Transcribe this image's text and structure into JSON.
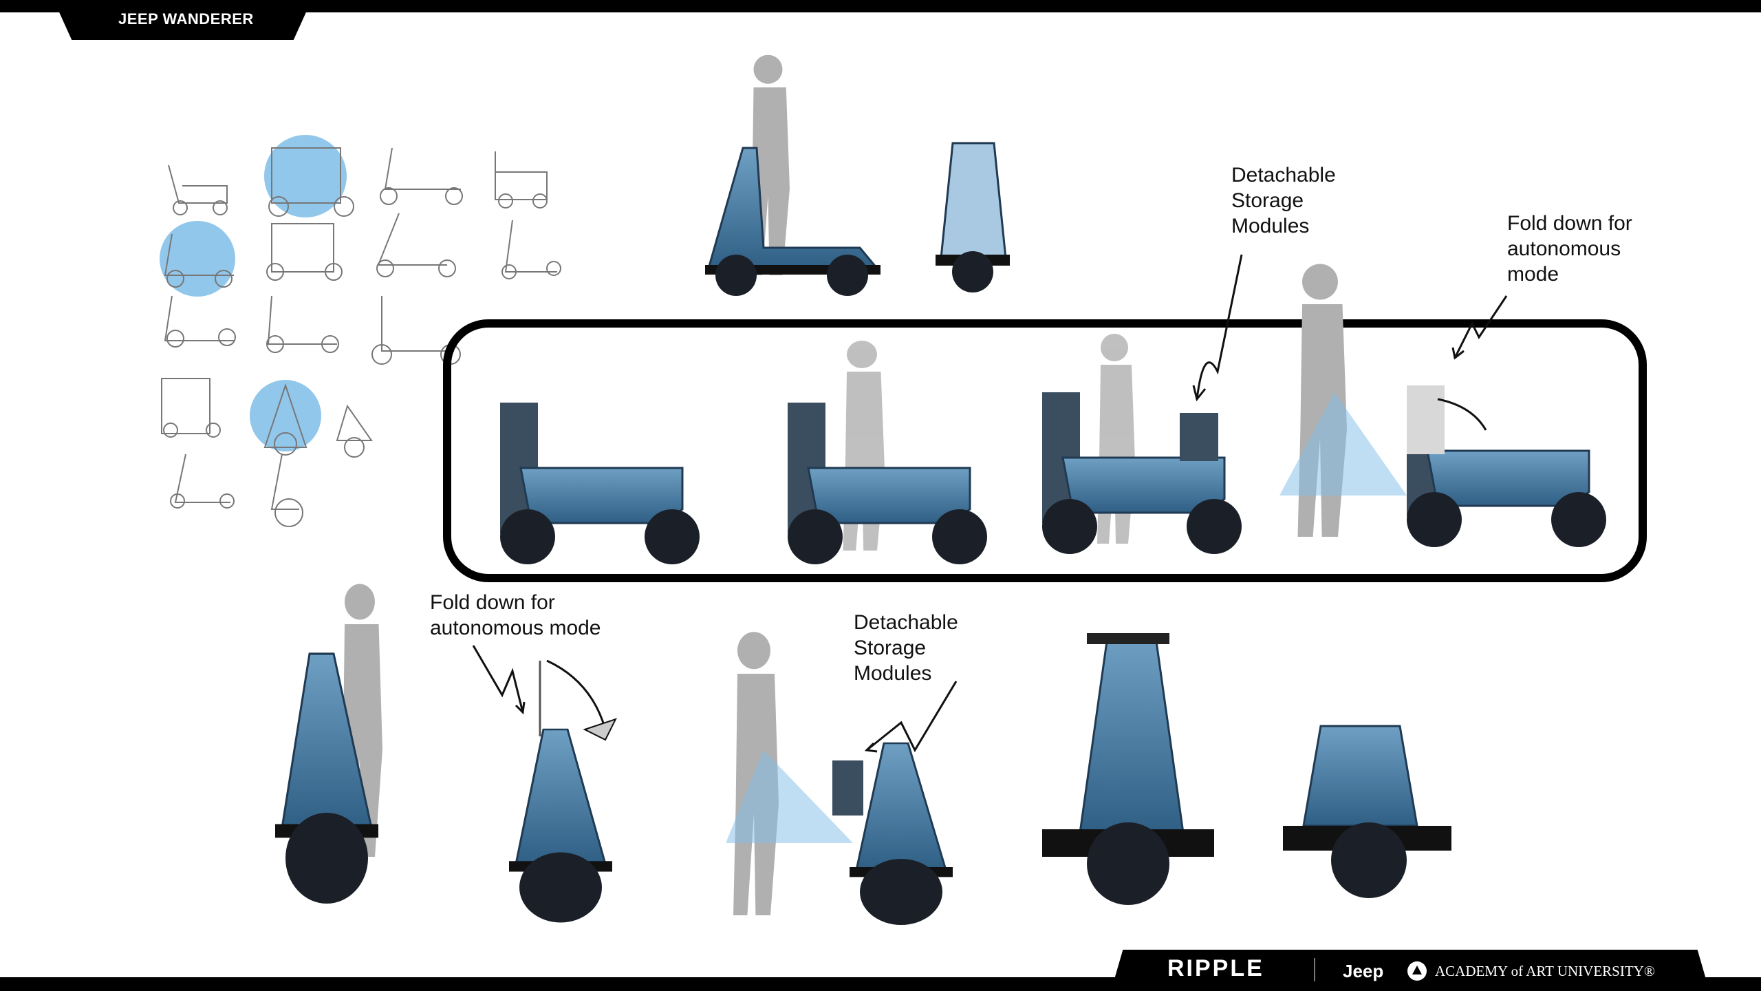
{
  "header": {
    "title": "JEEP WANDERER"
  },
  "annotations": {
    "storage_top": "Detachable\nStorage\nModules",
    "fold_top": "Fold down for\nautonomous\nmode",
    "fold_bottom": "Fold down for\nautonomous mode",
    "storage_bottom": "Detachable\nStorage\nModules"
  },
  "footer": {
    "ripple": "RIPPLE",
    "jeep": "Jeep",
    "academy": "ACADEMY of ART UNIVERSITY®"
  },
  "colors": {
    "vehicle": "#4a7ea6",
    "highlight": "#7fbde9",
    "silhouette": "#b0b0b0",
    "frame": "#000000"
  }
}
